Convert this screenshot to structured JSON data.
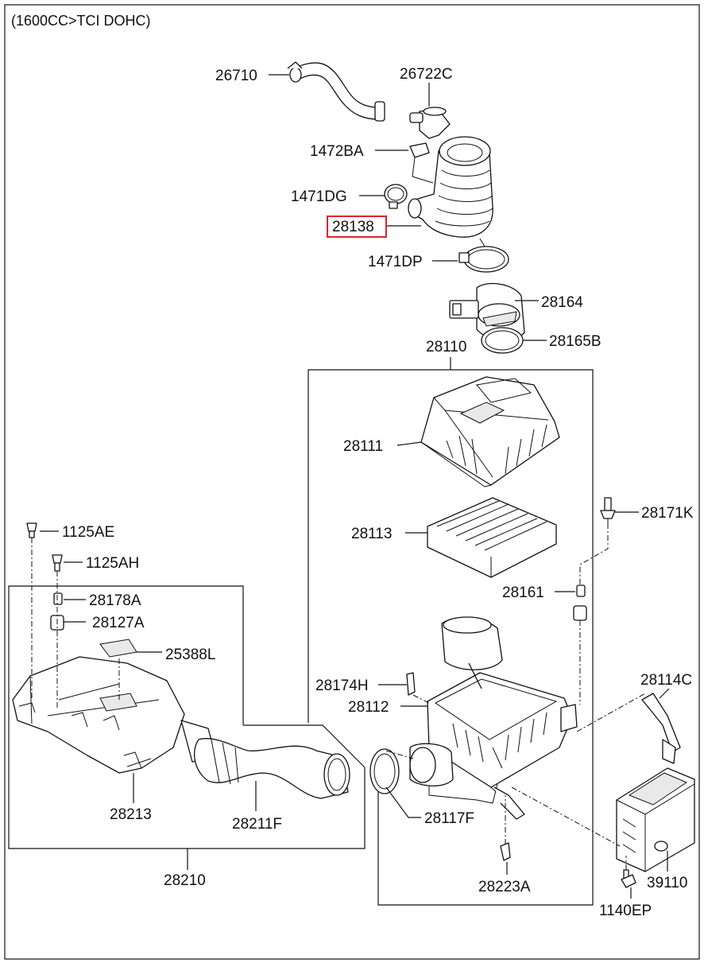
{
  "header": {
    "title": "(1600CC>TCI DOHC)"
  },
  "callouts": {
    "c26710": "26710",
    "c26722C": "26722C",
    "c1472BA": "1472BA",
    "c1471DG": "1471DG",
    "c28138": "28138",
    "c1471DP": "1471DP",
    "c28164": "28164",
    "c28165B": "28165B",
    "c28110": "28110",
    "c28111": "28111",
    "c28113": "28113",
    "c28171K": "28171K",
    "c28161": "28161",
    "c1125AE": "1125AE",
    "c1125AH": "1125AH",
    "c28178A": "28178A",
    "c28127A": "28127A",
    "c25388L": "25388L",
    "c28174H": "28174H",
    "c28112": "28112",
    "c28114C": "28114C",
    "c28213": "28213",
    "c28211F": "28211F",
    "c28117F": "28117F",
    "c28223A": "28223A",
    "c39110": "39110",
    "c1140EP": "1140EP",
    "c28210": "28210"
  },
  "highlight": {
    "part": "28138",
    "color": "#d9262c"
  },
  "icons": [
    "hose-icon",
    "clamp-icon",
    "air-filter-icon",
    "air-cleaner-housing-icon",
    "ecu-icon",
    "bolt-icon"
  ]
}
